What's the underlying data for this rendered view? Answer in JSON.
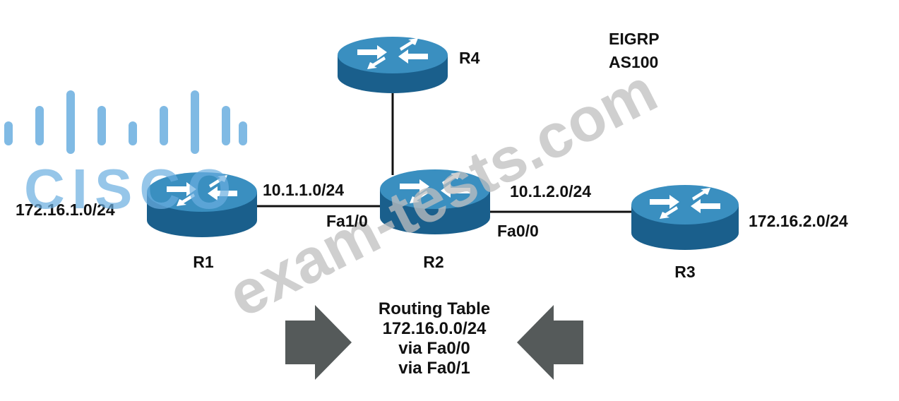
{
  "protocol": {
    "line1": "EIGRP",
    "line2": "AS100"
  },
  "routers": [
    {
      "id": "r1",
      "name": "R1"
    },
    {
      "id": "r2",
      "name": "R2"
    },
    {
      "id": "r3",
      "name": "R3"
    },
    {
      "id": "r4",
      "name": "R4"
    }
  ],
  "networks": {
    "r1_lan": "172.16.1.0/24",
    "r3_lan": "172.16.2.0/24",
    "r1_r2_link": "10.1.1.0/24",
    "r2_r3_link": "10.1.2.0/24"
  },
  "interfaces": {
    "r2_to_r1": "Fa1/0",
    "r2_to_r3": "Fa0/0"
  },
  "routing_table": {
    "title": "Routing Table",
    "route": "172.16.0.0/24",
    "paths": [
      "via Fa0/0",
      "via Fa0/1"
    ]
  },
  "watermark": {
    "text": "exam-tests.com",
    "logo_text": "CISCO"
  },
  "colors": {
    "router_top": "#3a8fc0",
    "router_body": "#1a5f8c",
    "link": "#111111",
    "arrow": "#555a5a",
    "watermark": "#c8c8c8",
    "logo": "#5fa8dc"
  }
}
